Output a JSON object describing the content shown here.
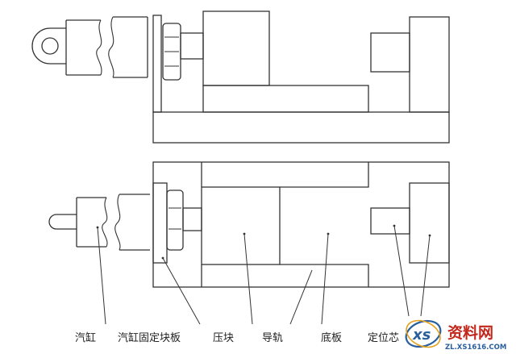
{
  "labels": {
    "cylinder": "汽缸",
    "cylinder_fixing_plate": "汽缸固定块板",
    "press_block": "压块",
    "guide_rail": "导轨",
    "base_plate": "底板",
    "locating_core": "定位芯"
  },
  "watermark": {
    "name": "资料网",
    "url": "ZL.XS1616.COM",
    "logo_letters": "xs"
  },
  "colors": {
    "line": "#333333",
    "watermark_red": "#c2271c",
    "watermark_blue": "#2a5f9e"
  }
}
